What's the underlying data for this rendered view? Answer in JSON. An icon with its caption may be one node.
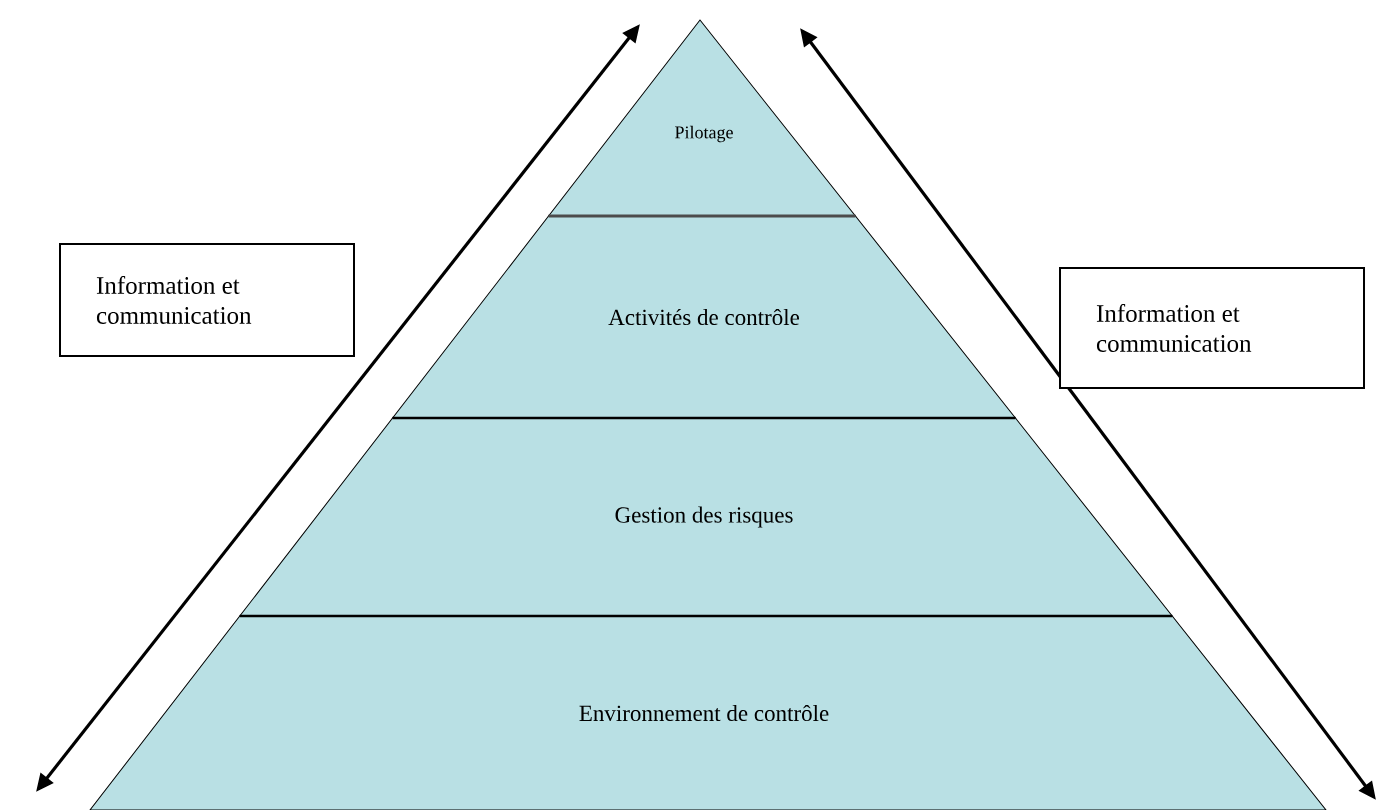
{
  "diagram": {
    "nodes": [
      {
        "text": [
          "Pilotage"
        ]
      },
      {
        "text": [
          "Activités de contrôle"
        ]
      },
      {
        "text": [
          "Gestion des risques"
        ]
      },
      {
        "text": [
          "Environnement de contrôle"
        ]
      },
      {
        "text": [
          "Information et communication"
        ]
      },
      {
        "text": [
          "Information et communication"
        ]
      }
    ]
  }
}
